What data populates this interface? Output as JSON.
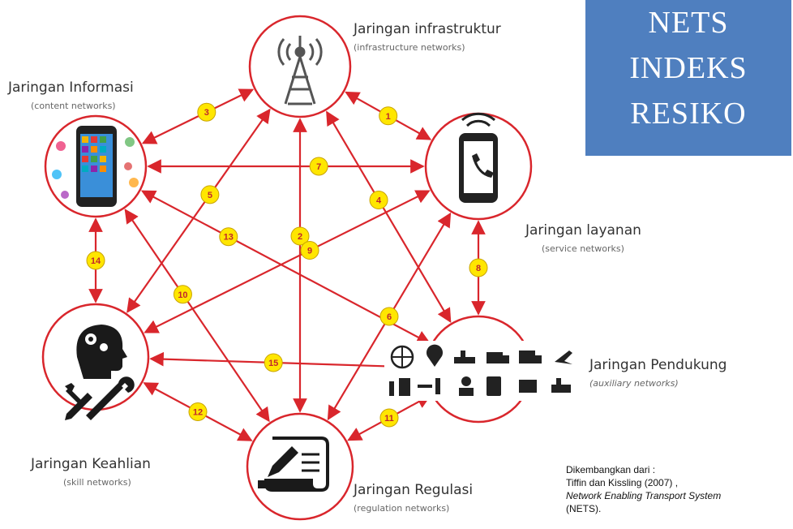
{
  "nets_box": {
    "lines": [
      "NETS",
      "INDEKS",
      "RESIKO"
    ],
    "bg_color": "#4f7fbf"
  },
  "nodes": {
    "infrastruktur": {
      "title": "Jaringan infrastruktur",
      "subtitle": "(infrastructure networks)",
      "icon": "radio-tower-icon"
    },
    "informasi": {
      "title": "Jaringan Informasi",
      "subtitle": "(content networks)",
      "icon": "smartphone-apps-icon"
    },
    "layanan": {
      "title": "Jaringan layanan",
      "subtitle": "(service networks)",
      "icon": "mobile-phone-call-icon"
    },
    "pendukung": {
      "title": "Jaringan Pendukung",
      "subtitle": "(auxiliary networks)",
      "icon": "logistics-icons"
    },
    "keahlian": {
      "title": "Jaringan Keahlian",
      "subtitle": "(skill networks)",
      "icon": "head-gear-tools-icon"
    },
    "regulasi": {
      "title": "Jaringan Regulasi",
      "subtitle": "(regulation networks)",
      "icon": "document-pen-icon"
    }
  },
  "edges": [
    {
      "label": "1",
      "from": "infrastruktur",
      "to": "layanan"
    },
    {
      "label": "2",
      "from": "infrastruktur",
      "to": "regulasi"
    },
    {
      "label": "3",
      "from": "infrastruktur",
      "to": "informasi"
    },
    {
      "label": "4",
      "from": "infrastruktur",
      "to": "pendukung"
    },
    {
      "label": "5",
      "from": "infrastruktur",
      "to": "keahlian"
    },
    {
      "label": "6",
      "from": "layanan",
      "to": "regulasi"
    },
    {
      "label": "7",
      "from": "informasi",
      "to": "layanan"
    },
    {
      "label": "8",
      "from": "layanan",
      "to": "pendukung"
    },
    {
      "label": "9",
      "from": "layanan",
      "to": "keahlian"
    },
    {
      "label": "10",
      "from": "informasi",
      "to": "regulasi"
    },
    {
      "label": "11",
      "from": "pendukung",
      "to": "regulasi"
    },
    {
      "label": "12",
      "from": "keahlian",
      "to": "regulasi"
    },
    {
      "label": "13",
      "from": "informasi",
      "to": "pendukung"
    },
    {
      "label": "14",
      "from": "informasi",
      "to": "keahlian"
    },
    {
      "label": "15",
      "from": "keahlian",
      "to": "pendukung"
    }
  ],
  "colors": {
    "edge": "#d9262c",
    "badge_fill": "#ffe600",
    "badge_text": "#c0262c",
    "node_border": "#d9262c"
  },
  "credit": {
    "line1": "Dikembangkan dari :",
    "line2": "Tiffin dan Kissling (2007) ,",
    "line3": "Network Enabling Transport System",
    "line4": "(NETS)."
  }
}
